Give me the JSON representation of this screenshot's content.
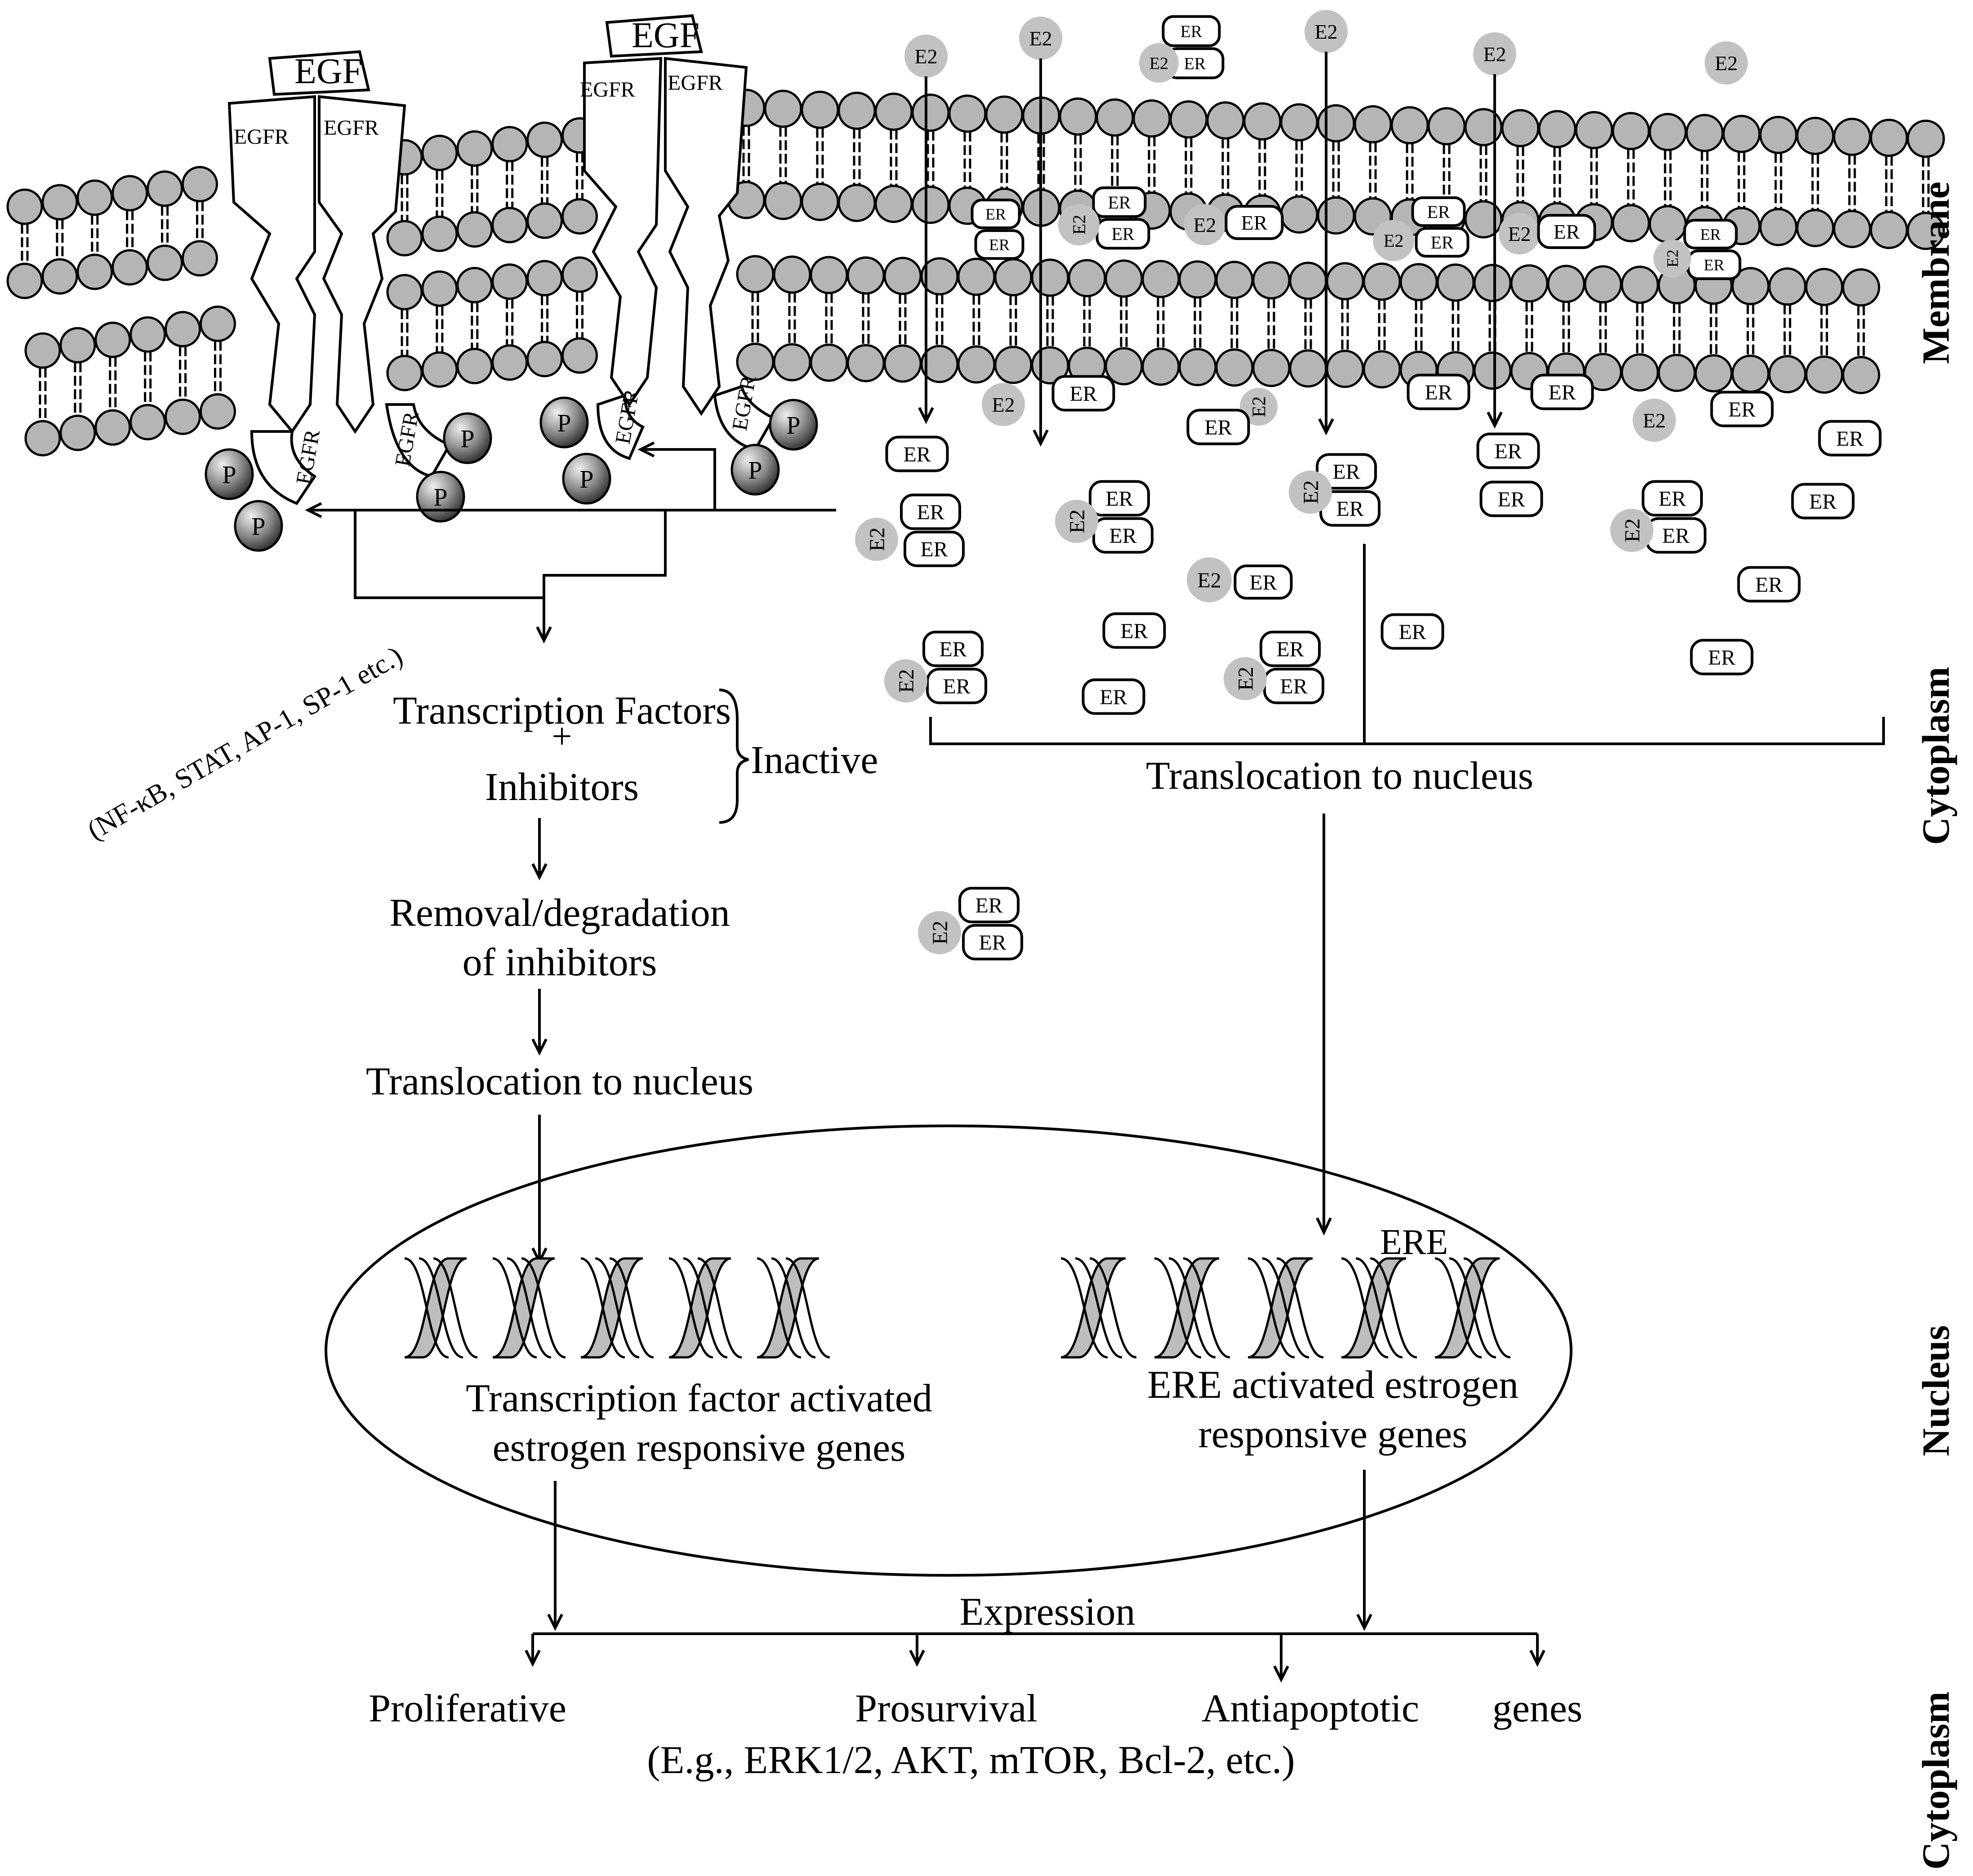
{
  "labels": {
    "egf": "EGF",
    "egfr": "EGFR",
    "e2": "E2",
    "er": "ER",
    "p": "P",
    "tf_list": "(NF-κB, STAT, AP-1, SP-1 etc.)",
    "tf_line1": "Transcription Factors",
    "tf_plus": "+",
    "tf_line2": "Inhibitors",
    "inactive": "Inactive",
    "removal_line1": "Removal/degradation",
    "removal_line2": "of inhibitors",
    "translocation_left": "Translocation to nucleus",
    "translocation_right": "Translocation to nucleus",
    "ere": "ERE",
    "nucleus_left_line1": "Transcription factor activated",
    "nucleus_left_line2": "estrogen responsive genes",
    "nucleus_right_line1": "ERE activated estrogen",
    "nucleus_right_line2": "responsive genes",
    "expression": "Expression",
    "proliferative": "Proliferative",
    "prosurvival": "Prosurvival",
    "antiapoptotic": "Antiapoptotic",
    "genes": "genes",
    "examples": "(E.g., ERK1/2, AKT, mTOR, Bcl-2, etc.)",
    "side_membrane": "Membrane",
    "side_cytoplasm_top": "Cytoplasm",
    "side_nucleus": "Nucleus",
    "side_cytoplasm_bottom": "Cytoplasm"
  },
  "colors": {
    "lipid_head": "#b5b5b5",
    "e2_circle": "#c2c2c2",
    "dna_shade": "#bdbdbd",
    "phosphate": "#8a8a8a",
    "line": "#000000"
  }
}
